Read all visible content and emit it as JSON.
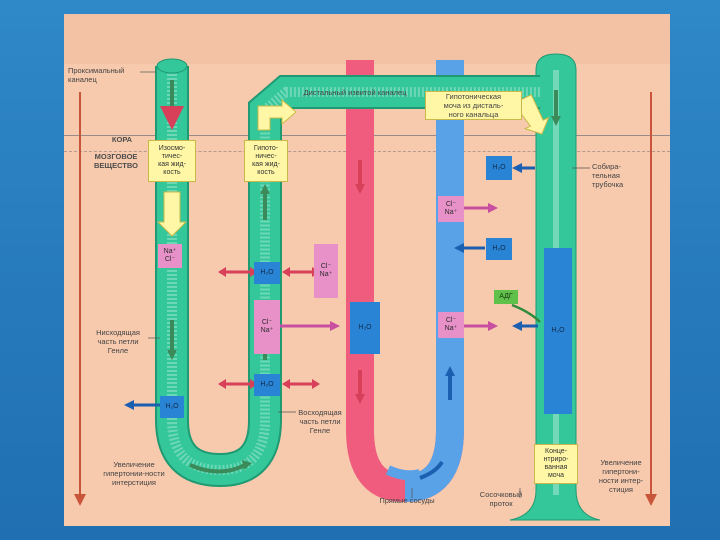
{
  "labels": {
    "proximal": "Проксимальный\nканалец",
    "distal": "Дистальный извитой каналец",
    "hypotonic_urine": "Гипотоническая\nмоча из дисталь-\nного канальца",
    "cortex": "КОРА",
    "medulla": "МОЗГОВОЕ\nВЕЩЕСТВО",
    "isosmotic": "Изосмо-\nтичес-\nкая жид-\nкость",
    "hypotonic_fluid": "Гипото-\nничес-\nкая жид-\nкость",
    "collecting": "Собира-\nтельная\nтрубочка",
    "descending": "Нисходящая\nчасть петли\nГенле",
    "ascending": "Восходящая\nчасть петли\nГенле",
    "increase_left": "Увеличение\nгипертонии-ности\nинтерстиция",
    "increase_right": "Увеличение\nгипертони-\nности интер-\nстиция",
    "concentrated": "Конце-\nнтриро-\nванная\nмоча",
    "vasa_recta": "Прямые сосуды",
    "papillary": "Сосочковый\nпроток"
  },
  "boxes": {
    "na_cl": "Na⁺\nCl⁻",
    "h2o": "H₂O",
    "cl_na": "Cl⁻\nNa⁺",
    "adh": "АДГ"
  },
  "colors": {
    "nephron_fill": "#33c79a",
    "vessel_red": "#ef5c7e",
    "vessel_blue": "#5aa2e8",
    "frame_bg": "#f7c9ad",
    "slide_bg": "#1f6fb2"
  }
}
